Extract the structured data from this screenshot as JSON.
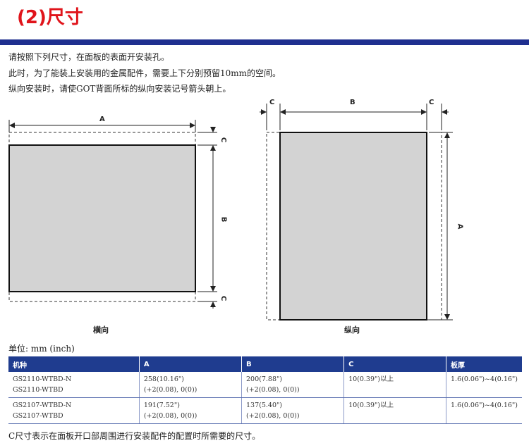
{
  "header": {
    "title": "(2)尺寸"
  },
  "intro": [
    "请按照下列尺寸，在面板的表面开安装孔。",
    "此时，为了能装上安装用的金属配件，需要上下分别预留10mm的空间。",
    "纵向安装时，请使GOT背面所标的纵向安装记号箭头朝上。"
  ],
  "diagrams": {
    "landscape": {
      "caption": "横向",
      "label_a": "A",
      "label_b": "B",
      "label_c_top": "C",
      "label_c_bottom": "C"
    },
    "portrait": {
      "caption": "纵向",
      "label_a": "A",
      "label_b": "B",
      "label_c_left": "C",
      "label_c_right": "C"
    }
  },
  "unit_label": "单位: mm (inch)",
  "table": {
    "headers": [
      "机种",
      "A",
      "B",
      "C",
      "板厚"
    ],
    "rows": [
      {
        "model": [
          "GS2110-WTBD-N",
          "GS2110-WTBD"
        ],
        "a": [
          "258(10.16\")",
          "(+2(0.08), 0(0))"
        ],
        "b": [
          "200(7.88\")",
          "(+2(0.08), 0(0))"
        ],
        "c": "10(0.39\")以上",
        "thickness": "1.6(0.06\")~4(0.16\")"
      },
      {
        "model": [
          "GS2107-WTBD-N",
          "GS2107-WTBD"
        ],
        "a": [
          "191(7.52\")",
          "(+2(0.08), 0(0))"
        ],
        "b": [
          "137(5.40\")",
          "(+2(0.08), 0(0))"
        ],
        "c": "10(0.39\")以上",
        "thickness": "1.6(0.06\")~4(0.16\")"
      }
    ]
  },
  "footnote": "C尺寸表示在面板开口部周围进行安装配件的配置时所需要的尺寸。",
  "colors": {
    "title": "#e0141b",
    "header_band": "#1f2f8f",
    "table_header": "#1f3c8f",
    "panel_fill": "#d3d3d3"
  }
}
